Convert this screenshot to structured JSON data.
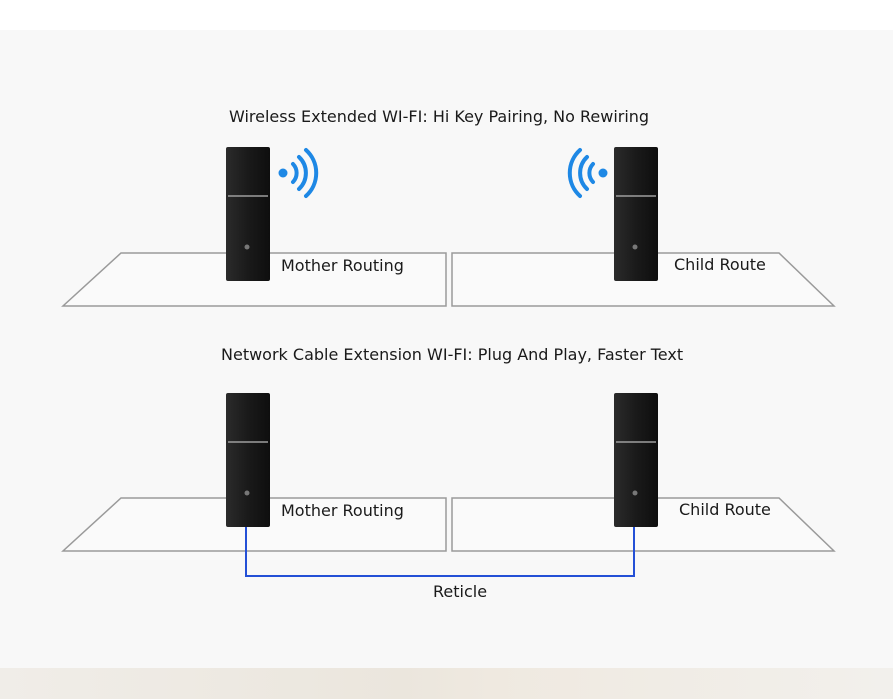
{
  "wireless_section": {
    "title": "Wireless Extended WI-FI: Hi Key Pairing, No Rewiring",
    "mother_label": "Mother Routing",
    "child_label": "Child Route",
    "signal_icon": "wifi-signal-icon"
  },
  "cable_section": {
    "title": "Network Cable Extension WI-FI: Plug And Play, Faster Text",
    "mother_label": "Mother Routing",
    "child_label": "Child Route",
    "cable_label": "Reticle"
  },
  "colors": {
    "router_body": "#1c1c1c",
    "floor_line": "#9a9a9a",
    "wifi_signal": "#1e88e5",
    "cable": "#2450d6"
  }
}
